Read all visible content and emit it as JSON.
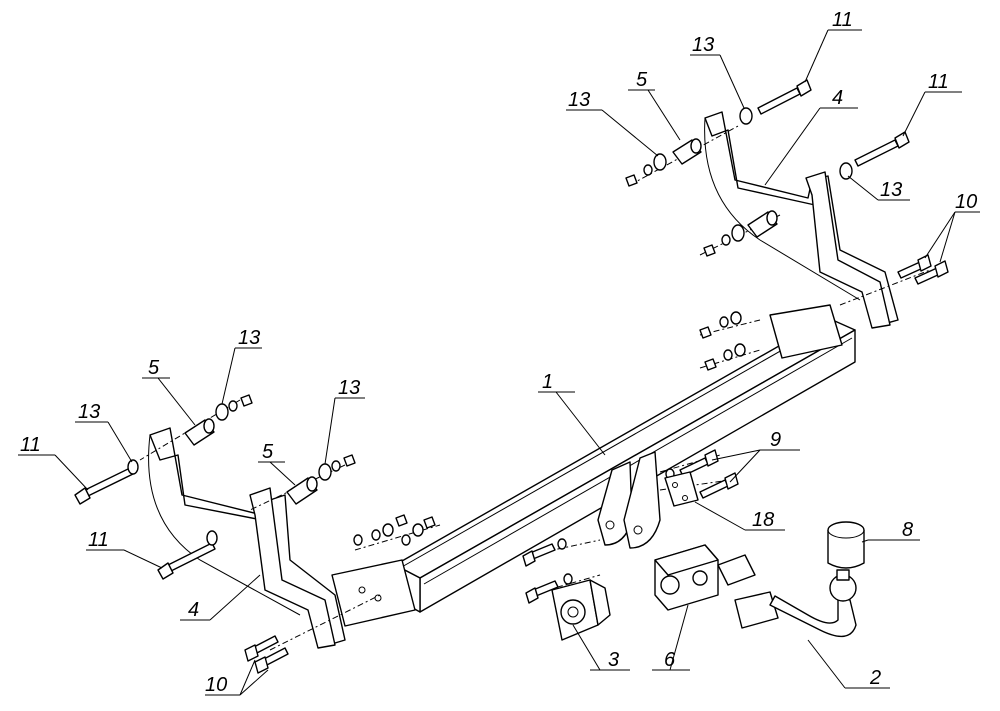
{
  "callouts": [
    {
      "id": "c1",
      "text": "1"
    },
    {
      "id": "c2",
      "text": "2"
    },
    {
      "id": "c3",
      "text": "3"
    },
    {
      "id": "c4a",
      "text": "4"
    },
    {
      "id": "c4b",
      "text": "4"
    },
    {
      "id": "c5a",
      "text": "5"
    },
    {
      "id": "c5b",
      "text": "5"
    },
    {
      "id": "c5c",
      "text": "5"
    },
    {
      "id": "c6",
      "text": "6"
    },
    {
      "id": "c8",
      "text": "8"
    },
    {
      "id": "c9",
      "text": "9"
    },
    {
      "id": "c10a",
      "text": "10"
    },
    {
      "id": "c10b",
      "text": "10"
    },
    {
      "id": "c11a",
      "text": "11"
    },
    {
      "id": "c11b",
      "text": "11"
    },
    {
      "id": "c11c",
      "text": "11"
    },
    {
      "id": "c11d",
      "text": "11"
    },
    {
      "id": "c13a",
      "text": "13"
    },
    {
      "id": "c13b",
      "text": "13"
    },
    {
      "id": "c13c",
      "text": "13"
    },
    {
      "id": "c13d",
      "text": "13"
    },
    {
      "id": "c13e",
      "text": "13"
    },
    {
      "id": "c13f",
      "text": "13"
    },
    {
      "id": "c18",
      "text": "18"
    }
  ]
}
